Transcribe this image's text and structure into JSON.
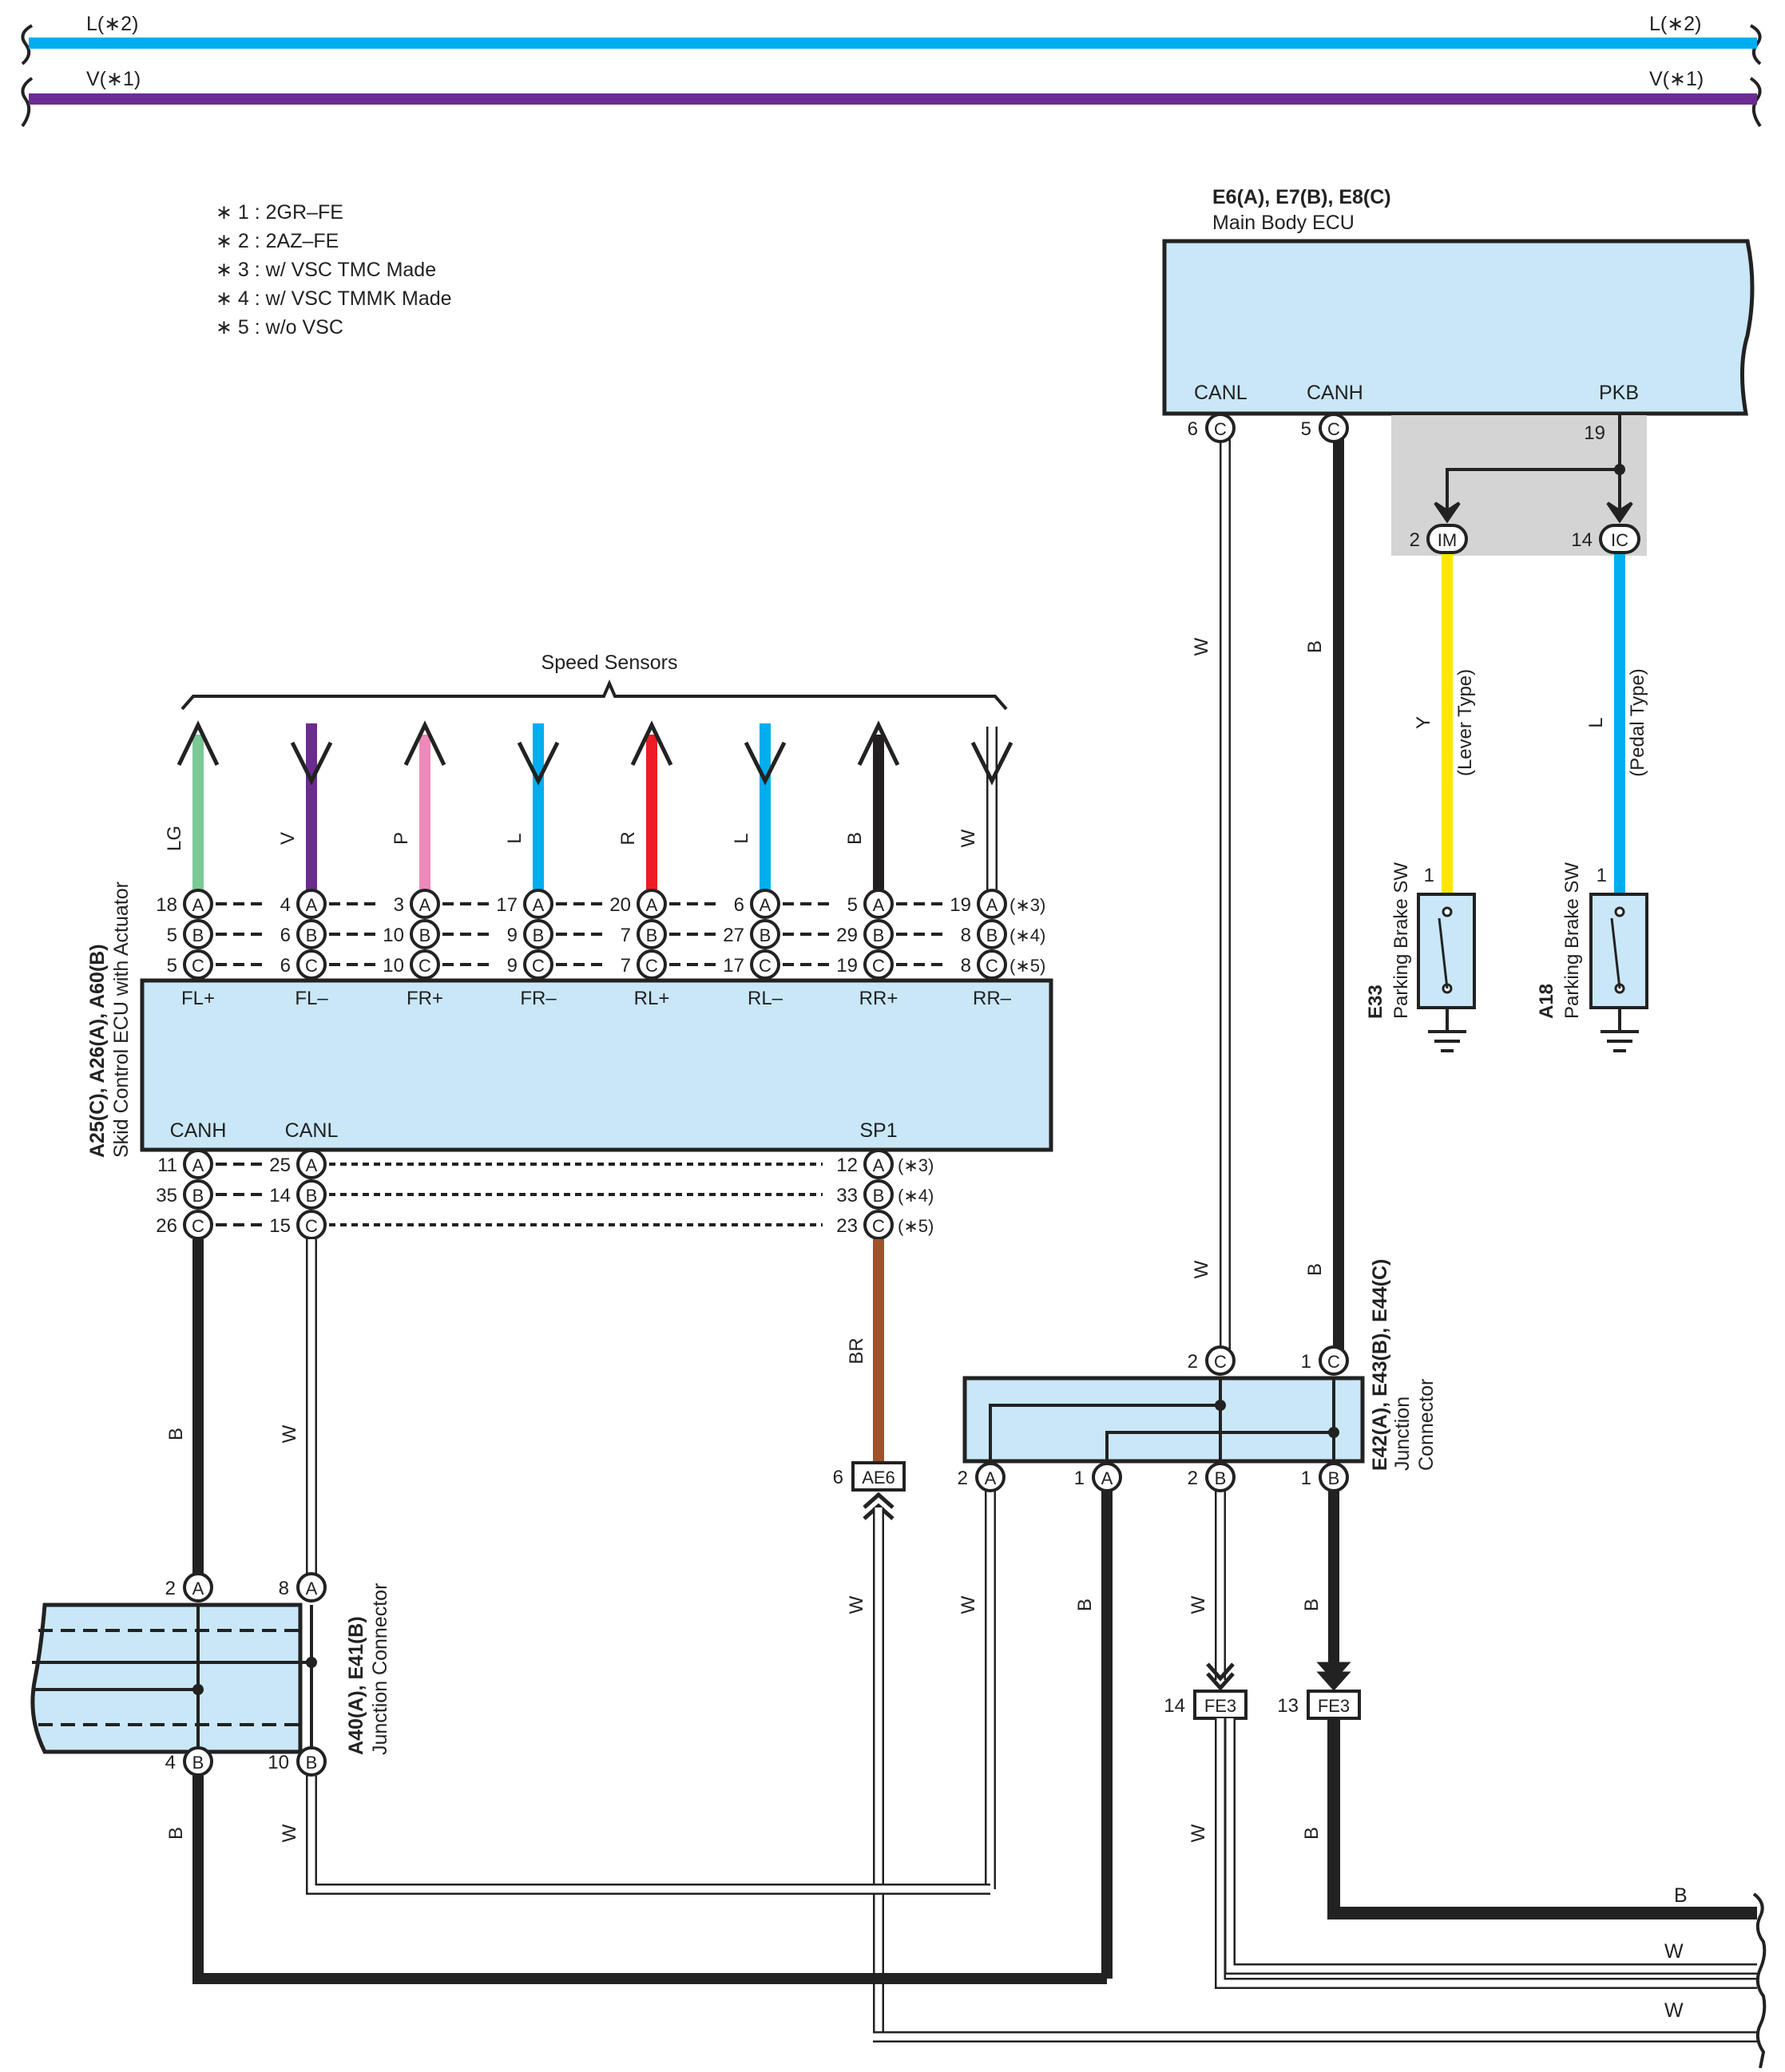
{
  "buses": [
    {
      "label": "L(∗2)",
      "color": "#00aeef"
    },
    {
      "label": "V(∗1)",
      "color": "#6b2c91"
    }
  ],
  "notes": [
    "∗ 1 : 2GR–FE",
    "∗ 2 : 2AZ–FE",
    "∗ 3 : w/ VSC TMC Made",
    "∗ 4 : w/ VSC TMMK Made",
    "∗ 5 : w/o VSC"
  ],
  "main_ecu": {
    "id": "E6(A), E7(B), E8(C)",
    "name": "Main Body ECU",
    "pins": {
      "canl": "CANL",
      "canh": "CANH",
      "pkb": "PKB"
    },
    "canl_no": "6",
    "canh_no": "5",
    "pkb_no": "19",
    "conn_letter": "C"
  },
  "sw_conn": {
    "im_no": "2",
    "im": "IM",
    "ic_no": "14",
    "ic": "IC"
  },
  "wires": {
    "main_w": "W",
    "main_b": "B",
    "y": "Y",
    "y_type": "(Lever Type)",
    "l": "L",
    "l_type": "(Pedal Type)",
    "br": "BR",
    "w": "W",
    "b": "B"
  },
  "switches": {
    "e33_id": "E33",
    "e33_name": "Parking Brake SW",
    "e33_pin": "1",
    "a18_id": "A18",
    "a18_name": "Parking Brake SW",
    "a18_pin": "1"
  },
  "speed_sensors": {
    "title": "Speed Sensors",
    "wires": [
      {
        "color": "#7cc896",
        "label": "LG",
        "dir": "up"
      },
      {
        "color": "#6b2c91",
        "label": "V",
        "dir": "down"
      },
      {
        "color": "#ef88bb",
        "label": "P",
        "dir": "up"
      },
      {
        "color": "#00aeef",
        "label": "L",
        "dir": "down"
      },
      {
        "color": "#ed1c24",
        "label": "R",
        "dir": "up"
      },
      {
        "color": "#00aeef",
        "label": "L",
        "dir": "down"
      },
      {
        "color": "#231f20",
        "label": "B",
        "dir": "up"
      },
      {
        "color": "#ffffff",
        "label": "W",
        "dir": "down"
      }
    ]
  },
  "skid_ecu": {
    "id": "A25(C), A26(A), A60(B)",
    "name": "Skid Control ECU with Actuator",
    "top_pins": [
      "FL+",
      "FL–",
      "FR+",
      "FR–",
      "RL+",
      "RL–",
      "RR+",
      "RR–"
    ],
    "top_nums": [
      [
        "18",
        "5",
        "5"
      ],
      [
        "4",
        "6",
        "6"
      ],
      [
        "3",
        "10",
        "10"
      ],
      [
        "17",
        "9",
        "9"
      ],
      [
        "20",
        "7",
        "7"
      ],
      [
        "6",
        "27",
        "17"
      ],
      [
        "5",
        "29",
        "19"
      ],
      [
        "19",
        "8",
        "8"
      ]
    ],
    "variant_notes": [
      "(∗3)",
      "(∗4)",
      "(∗5)"
    ],
    "bottom_pins": {
      "canh": "CANH",
      "canl": "CANL",
      "sp1": "SP1"
    },
    "canh_nums": [
      "11",
      "35",
      "26"
    ],
    "canl_nums": [
      "25",
      "14",
      "15"
    ],
    "sp1_nums": [
      "12",
      "33",
      "23"
    ],
    "letters": [
      "A",
      "B",
      "C"
    ]
  },
  "ae6": {
    "pin": "6",
    "label": "AE6"
  },
  "jc_e42": {
    "id": "E42(A), E43(B), E44(C)",
    "name1": "Junction",
    "name2": "Connector",
    "top": [
      {
        "no": "2",
        "l": "C"
      },
      {
        "no": "1",
        "l": "C"
      }
    ],
    "bottom": [
      {
        "no": "2",
        "l": "A"
      },
      {
        "no": "1",
        "l": "A"
      },
      {
        "no": "2",
        "l": "B"
      },
      {
        "no": "1",
        "l": "B"
      }
    ]
  },
  "fe3": [
    {
      "pin": "14",
      "label": "FE3"
    },
    {
      "pin": "13",
      "label": "FE3"
    }
  ],
  "jc_a40": {
    "id": "A40(A), E41(B)",
    "name": "Junction Connector",
    "top": [
      {
        "no": "2",
        "l": "A"
      },
      {
        "no": "8",
        "l": "A"
      }
    ],
    "bottom": [
      {
        "no": "4",
        "l": "B"
      },
      {
        "no": "10",
        "l": "B"
      }
    ]
  },
  "right_edge": {
    "b": "B",
    "w1": "W",
    "w2": "W"
  }
}
